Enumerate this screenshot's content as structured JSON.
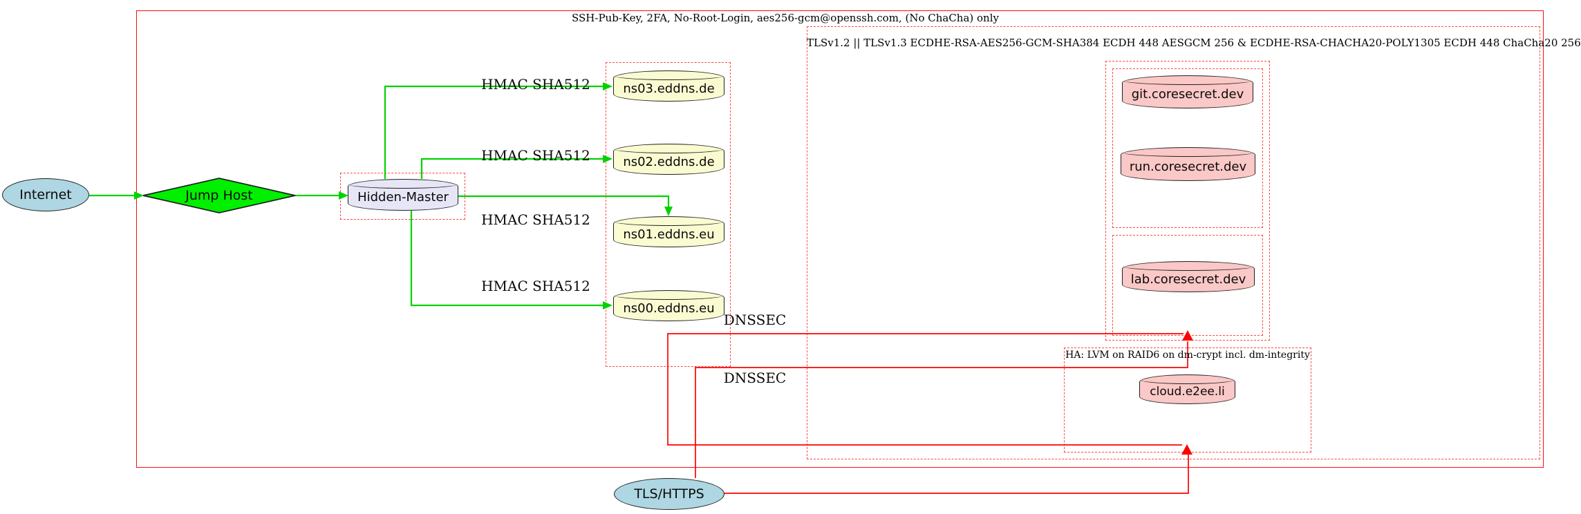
{
  "clusters": {
    "ssh": {
      "label": "SSH-Pub-Key, 2FA, No-Root-Login, aes256-gcm@openssh.com, (No ChaCha) only"
    },
    "tls": {
      "label": "TLSv1.2 || TLSv1.3 ECDHE-RSA-AES256-GCM-SHA384 ECDH 448 AESGCM 256 & ECDHE-RSA-CHACHA20-POLY1305 ECDH 448 ChaCha20 256"
    },
    "ha": {
      "label": "HA: LVM on RAID6 on dm-crypt incl. dm-integrity"
    }
  },
  "nodes": {
    "internet": "Internet",
    "jump_host": "Jump Host",
    "hidden_master": "Hidden-Master",
    "ns03": "ns03.eddns.de",
    "ns02": "ns02.eddns.de",
    "ns01": "ns01.eddns.eu",
    "ns00": "ns00.eddns.eu",
    "git": "git.coresecret.dev",
    "run": "run.coresecret.dev",
    "lab": "lab.coresecret.dev",
    "cloud": "cloud.e2ee.li",
    "tls_https": "TLS/HTTPS"
  },
  "edges": {
    "hmac_sha512": "HMAC SHA512",
    "dnssec": "DNSSEC"
  },
  "colors": {
    "cluster_dashed_border": "#fb4943",
    "cluster_solid_border": "#fd0d0d",
    "secure_edge_green": "#00d300",
    "dnssec_tls_edge_red": "#ff0000",
    "internet_fill": "#aed6e3",
    "jump_host_fill": "#00f000",
    "hidden_master_fill": "#e6e6f7",
    "dns_node_fill": "#fbfbd2",
    "service_node_fill": "#fac8c6"
  }
}
